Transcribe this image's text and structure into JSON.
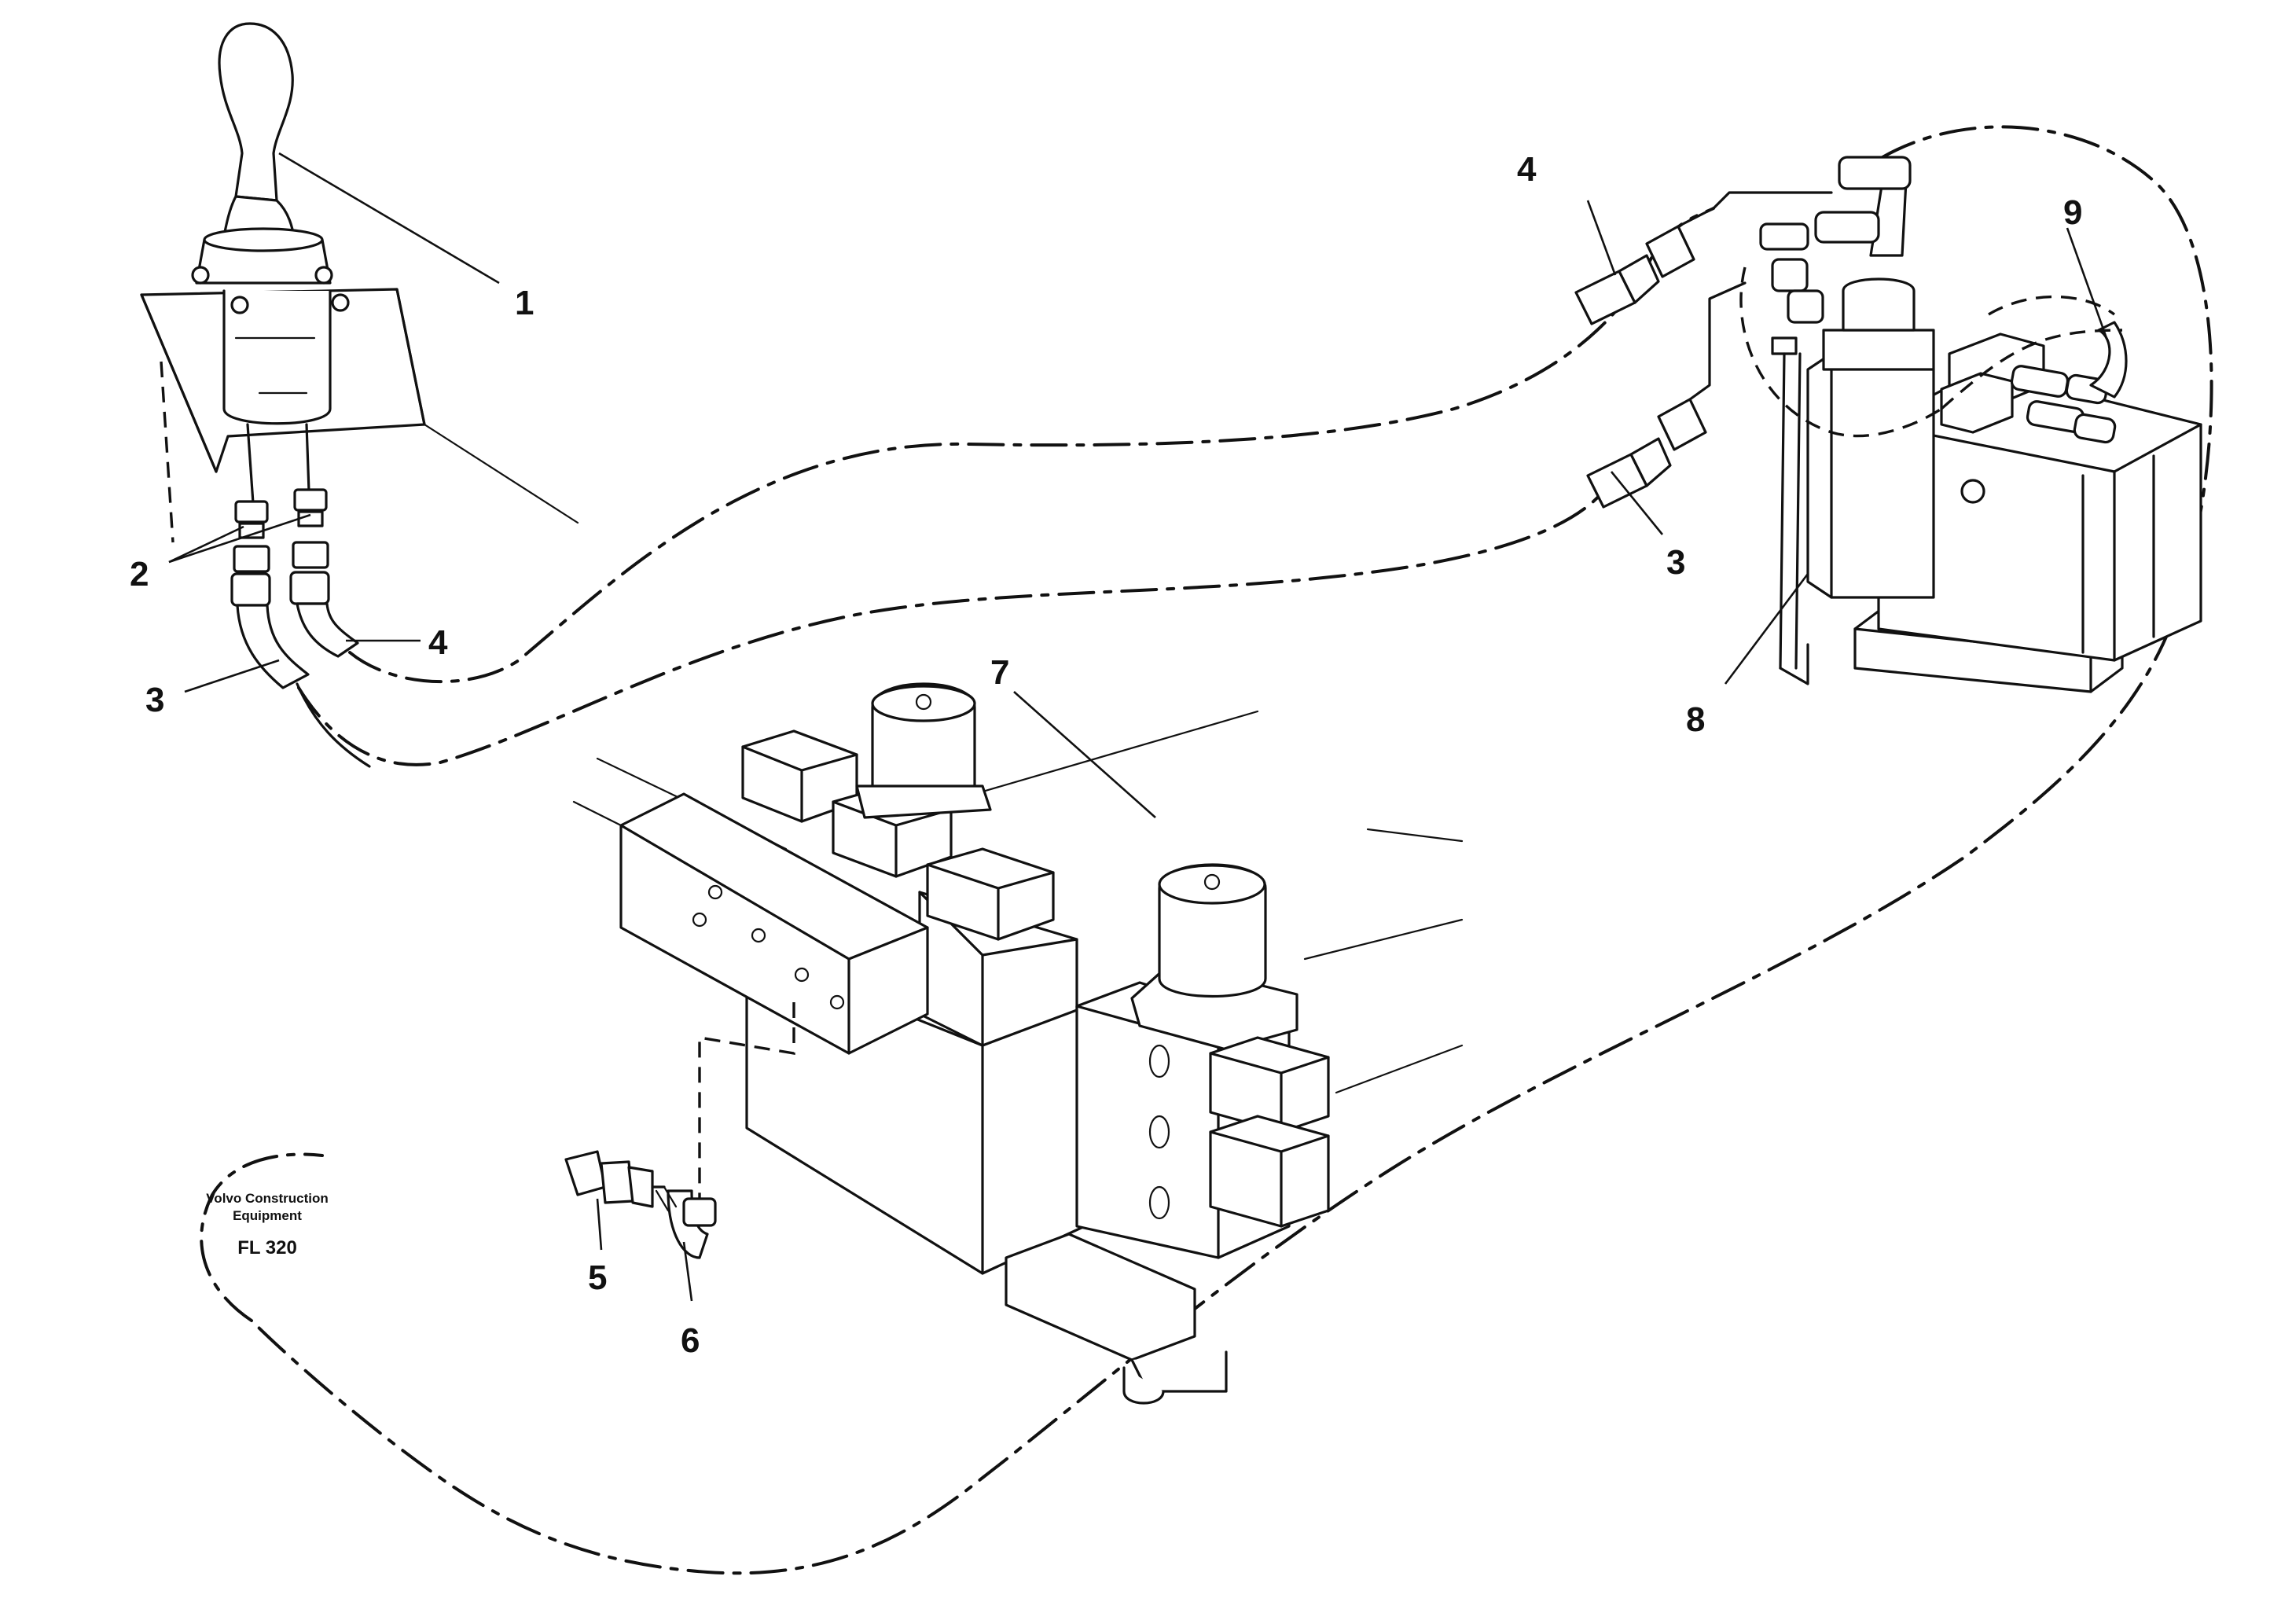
{
  "callouts": {
    "c1": "1",
    "c2": "2",
    "c3_left": "3",
    "c4_left": "4",
    "c3_right": "3",
    "c4_right": "4",
    "c5": "5",
    "c6": "6",
    "c7": "7",
    "c8": "8",
    "c9": "9"
  },
  "caption": {
    "line1": "Volvo Construction",
    "line2": "Equipment",
    "model": "FL 320"
  }
}
